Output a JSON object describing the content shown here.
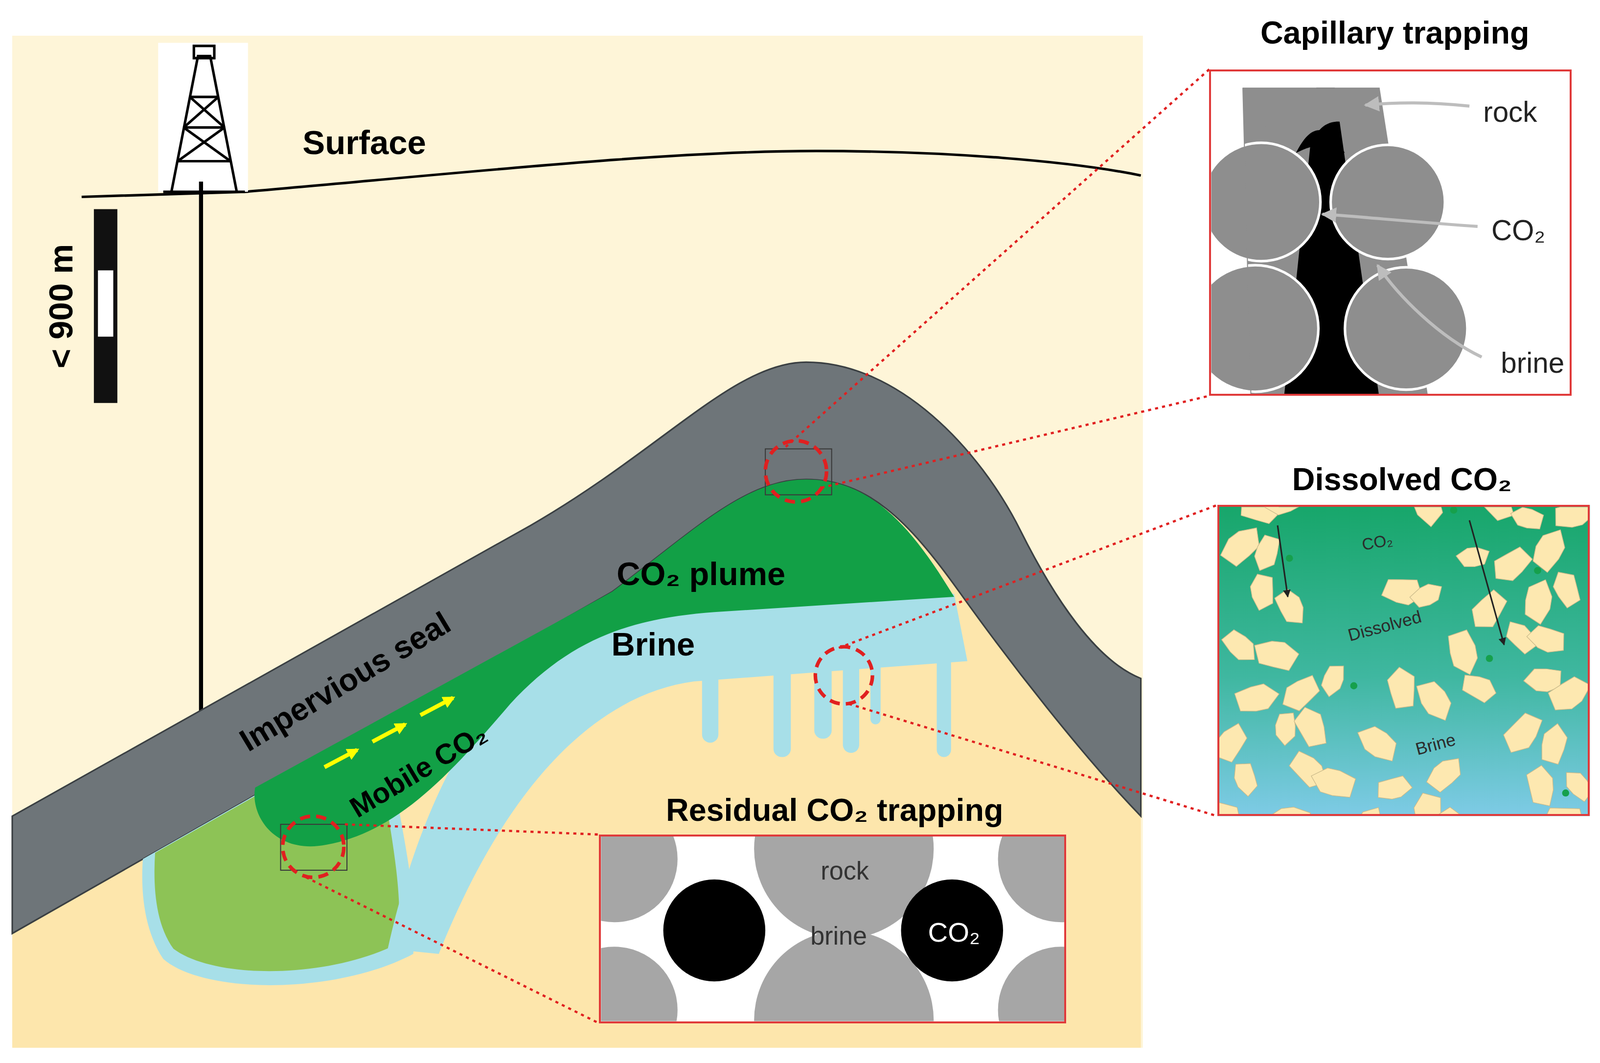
{
  "diagram": {
    "nodes": [
      {
        "text": [
          "Capillary trapping",
          "rock",
          "CO₂",
          "brine"
        ]
      },
      {
        "text": [
          "Dissolved CO₂",
          "CO₂",
          "Dissolved",
          "Brine"
        ]
      },
      {
        "text": [
          "Residual CO₂ trapping",
          "rock",
          "brine",
          "CO₂"
        ]
      }
    ],
    "labels": [
      "Surface",
      "< 900 m",
      "Impervious seal",
      "CO₂ plume",
      "Brine",
      "Mobile CO₂"
    ]
  }
}
